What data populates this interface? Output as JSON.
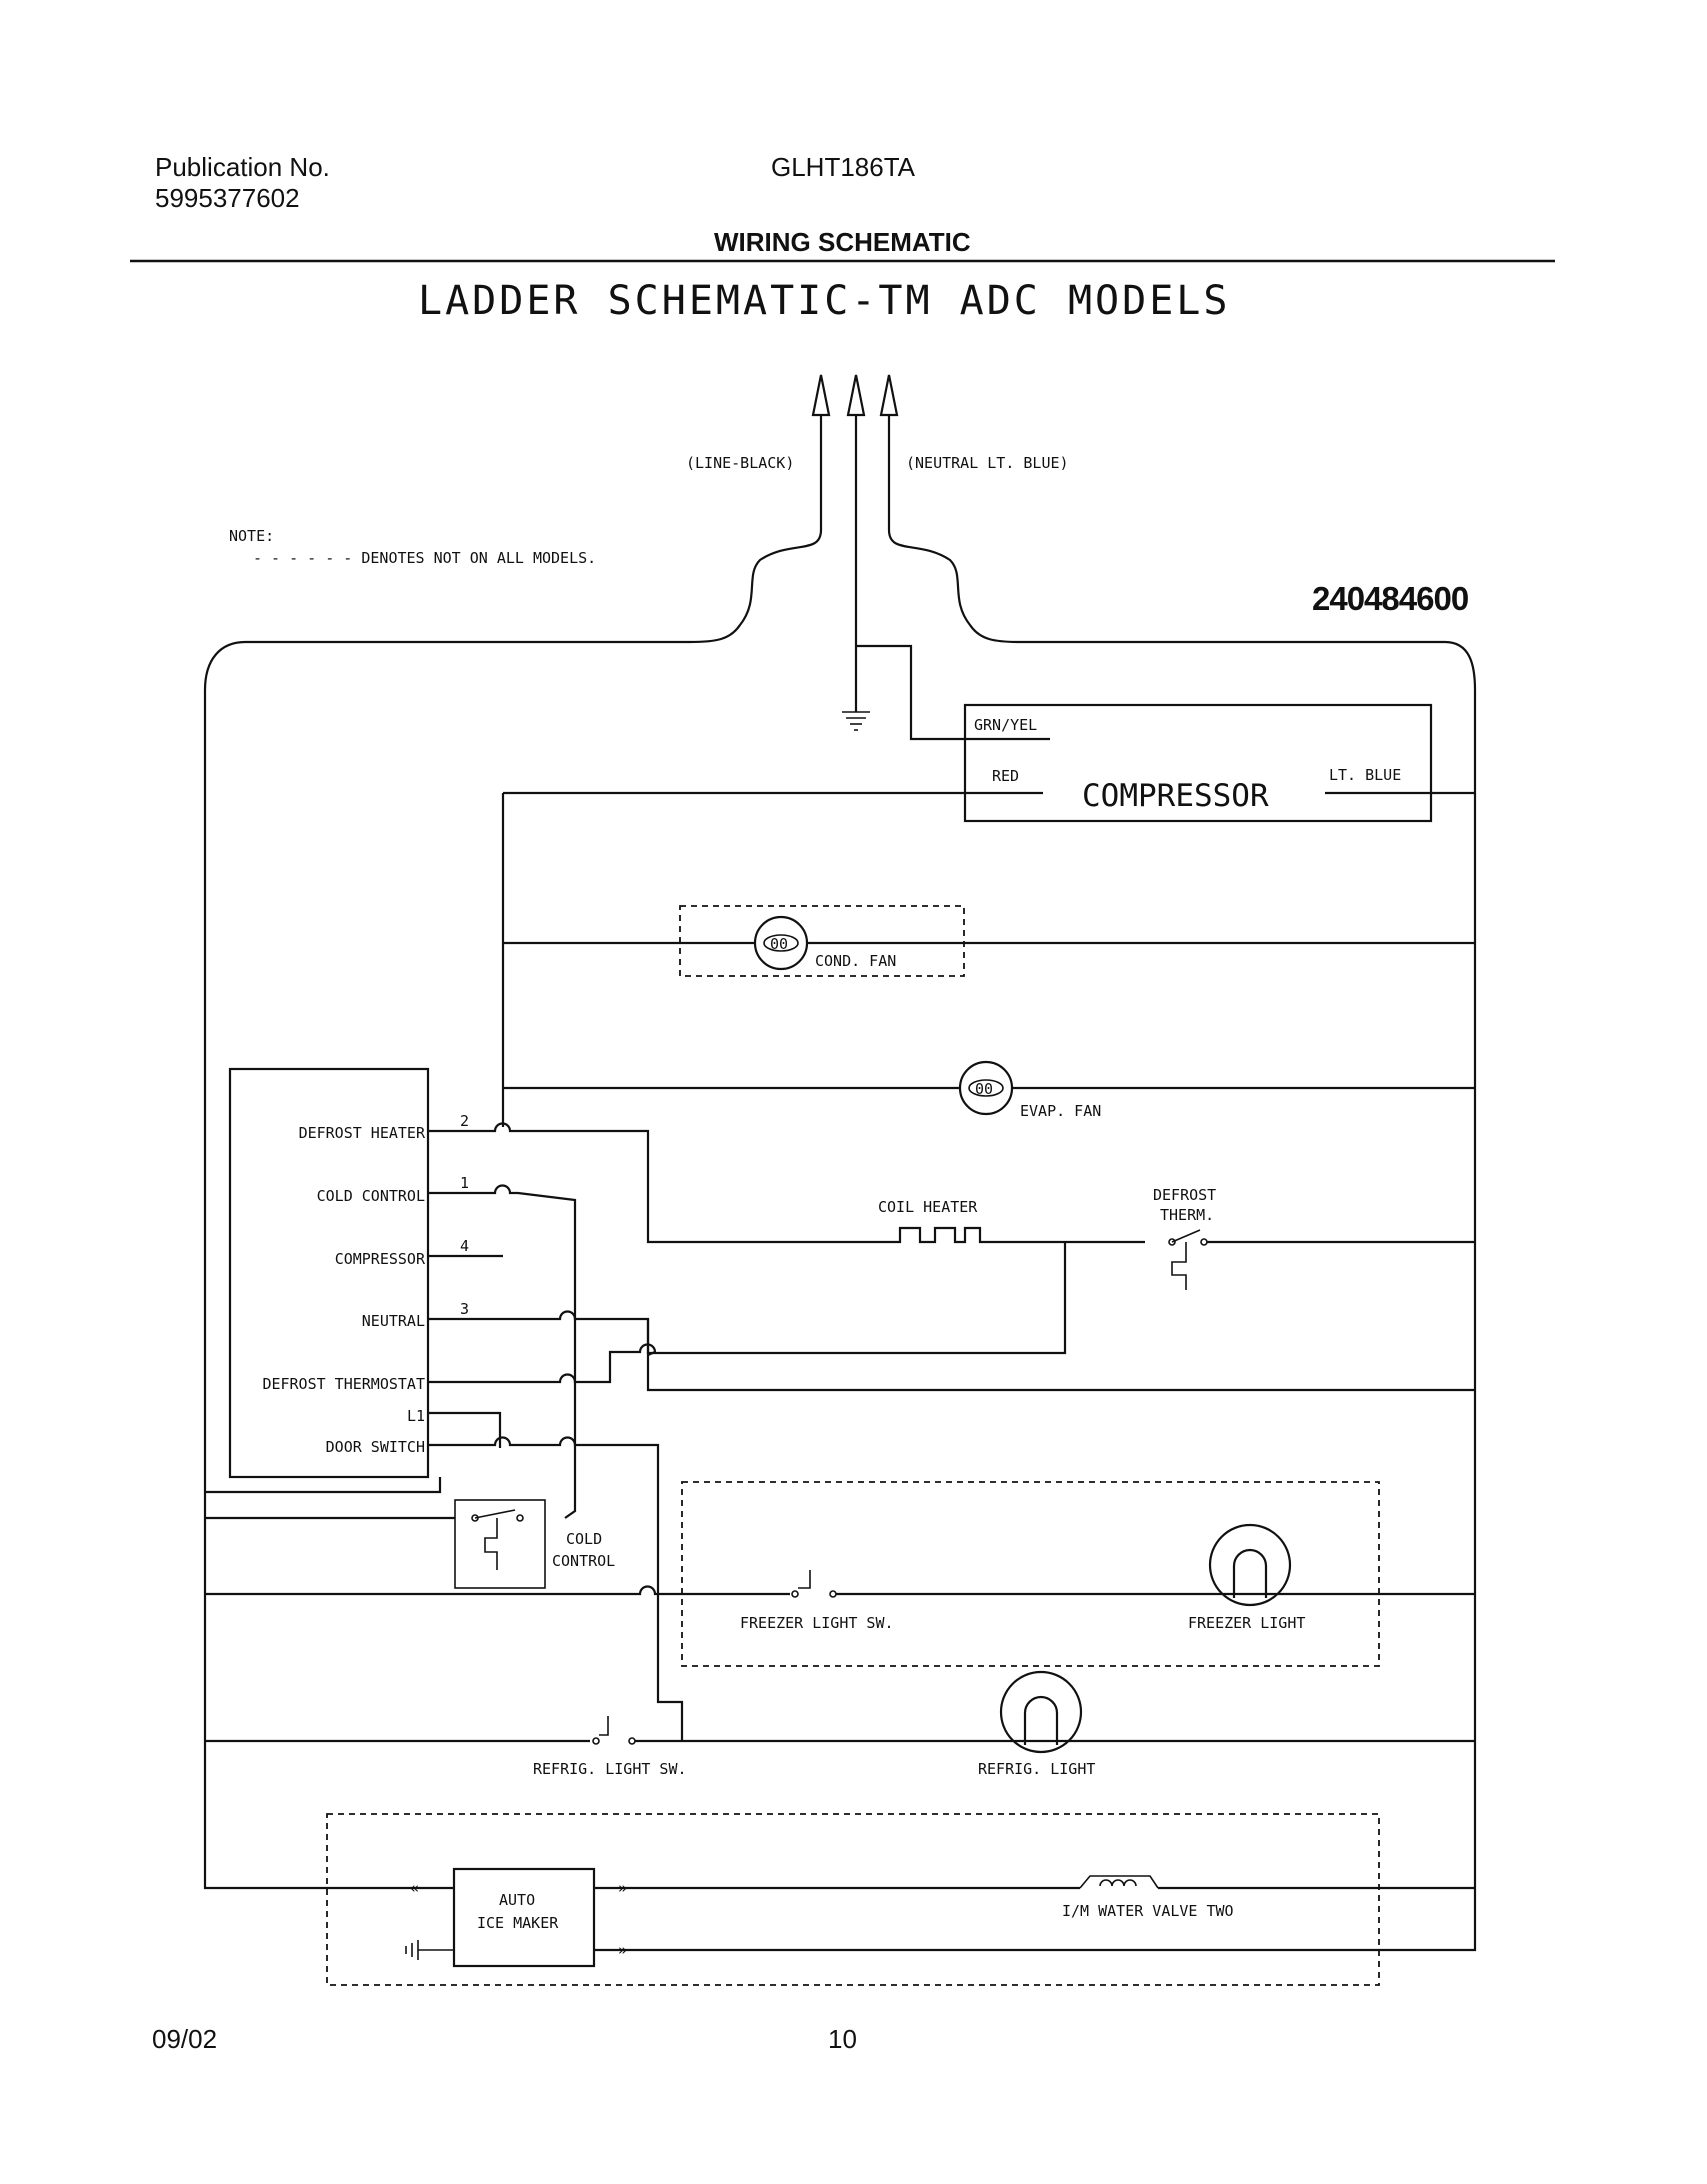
{
  "header": {
    "publication_label": "Publication No.",
    "publication_number": "5995377602",
    "model": "GLHT186TA",
    "section": "WIRING SCHEMATIC"
  },
  "diagram": {
    "title": "LADDER SCHEMATIC-TM ADC MODELS",
    "serial": "240484600",
    "note_label": "NOTE:",
    "note_text": "- - - - - - DENOTES NOT ON ALL MODELS.",
    "line_label": "(LINE-BLACK)",
    "neutral_label": "(NEUTRAL LT. BLUE)",
    "compressor": {
      "name": "COMPRESSOR",
      "grn_yel": "GRN/YEL",
      "red": "RED",
      "lt_blue": "LT. BLUE"
    },
    "cond_fan": "COND. FAN",
    "evap_fan": "EVAP. FAN",
    "coil_heater": "COIL HEATER",
    "defrost_therm": [
      "DEFROST",
      "THERM."
    ],
    "timer_pins": [
      "DEFROST HEATER",
      "COLD CONTROL",
      "COMPRESSOR",
      "NEUTRAL",
      "DEFROST THERMOSTAT",
      "L1",
      "DOOR SWITCH"
    ],
    "pin_numbers": [
      "2",
      "1",
      "4",
      "3"
    ],
    "cold_control": [
      "COLD",
      "CONTROL"
    ],
    "freezer_light_sw": "FREEZER LIGHT SW.",
    "freezer_light": "FREEZER LIGHT",
    "refrig_light_sw": "REFRIG. LIGHT SW.",
    "refrig_light": "REFRIG. LIGHT",
    "ice_maker": [
      "AUTO",
      "ICE MAKER"
    ],
    "water_valve": "I/M WATER VALVE TWO"
  },
  "footer": {
    "date": "09/02",
    "page": "10"
  }
}
